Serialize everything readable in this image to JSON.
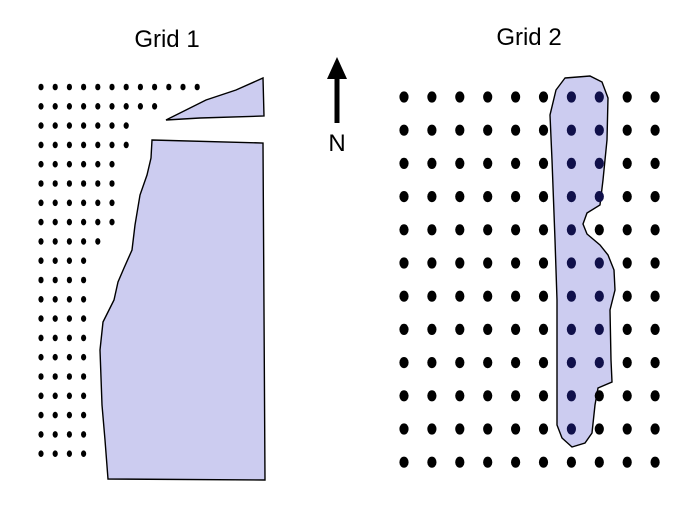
{
  "grid1": {
    "title": "Grid 1",
    "region_color": "#ccccf0",
    "dot_color": "#000000"
  },
  "grid2": {
    "title": "Grid 2",
    "region_color": "#ccccf0",
    "dot_color": "#000000",
    "dot_inside_color": "#10104a"
  },
  "north_arrow": {
    "label": "N",
    "icon": "north-arrow-icon"
  }
}
